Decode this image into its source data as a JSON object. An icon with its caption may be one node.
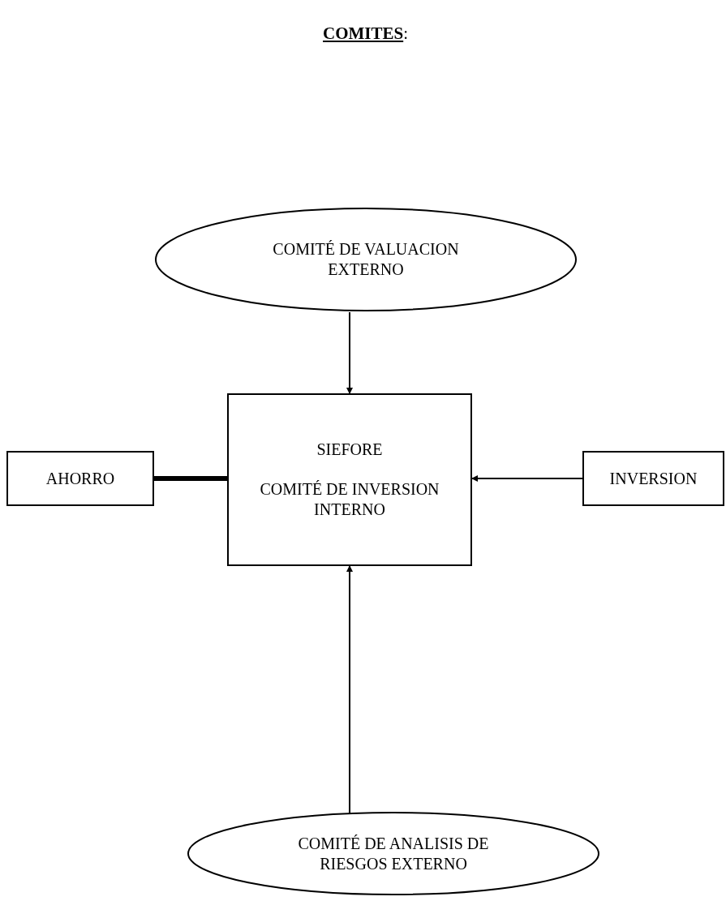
{
  "diagram": {
    "title": "**COMITES**:",
    "nodes": [
      {
        "text": [
          "COMITÉ DE VALUACION EXTERNO"
        ]
      },
      {
        "text": [
          "SIEFORE",
          "COMITÉ DE INVERSION INTERNO"
        ]
      },
      {
        "text": [
          "AHORRO"
        ]
      },
      {
        "text": [
          "INVERSION"
        ]
      },
      {
        "text": [
          "COMITÉ DE ANALISIS DE RIESGOS EXTERNO"
        ]
      }
    ],
    "edges": [
      {
        "from": 0,
        "to": 1,
        "arrow": "to"
      },
      {
        "from": 2,
        "to": 1,
        "arrow": "none",
        "style": "thick"
      },
      {
        "from": 3,
        "to": 1,
        "arrow": "to"
      },
      {
        "from": 4,
        "to": 1,
        "arrow": "to"
      }
    ]
  }
}
